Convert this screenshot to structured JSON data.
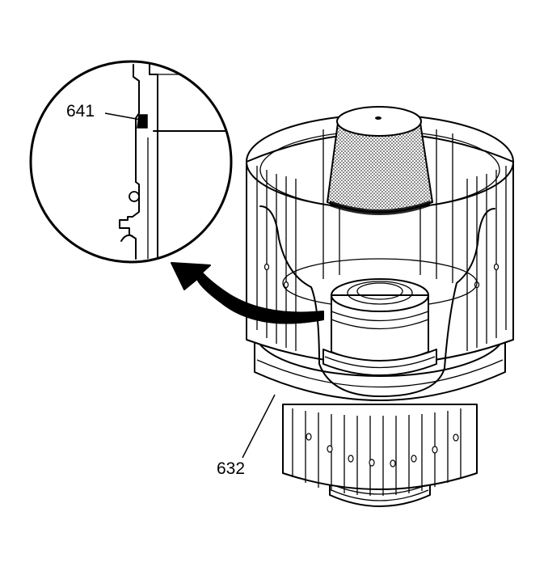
{
  "callouts": {
    "seal_label": "641",
    "housing_label": "632"
  },
  "parts": {
    "magnified_view": "magnifier-circle",
    "assembly": "clutch-housing-assembly",
    "tool": "seal-installer-cap"
  },
  "colors": {
    "line": "#000000",
    "background": "#ffffff",
    "fill": "#ffffff"
  }
}
